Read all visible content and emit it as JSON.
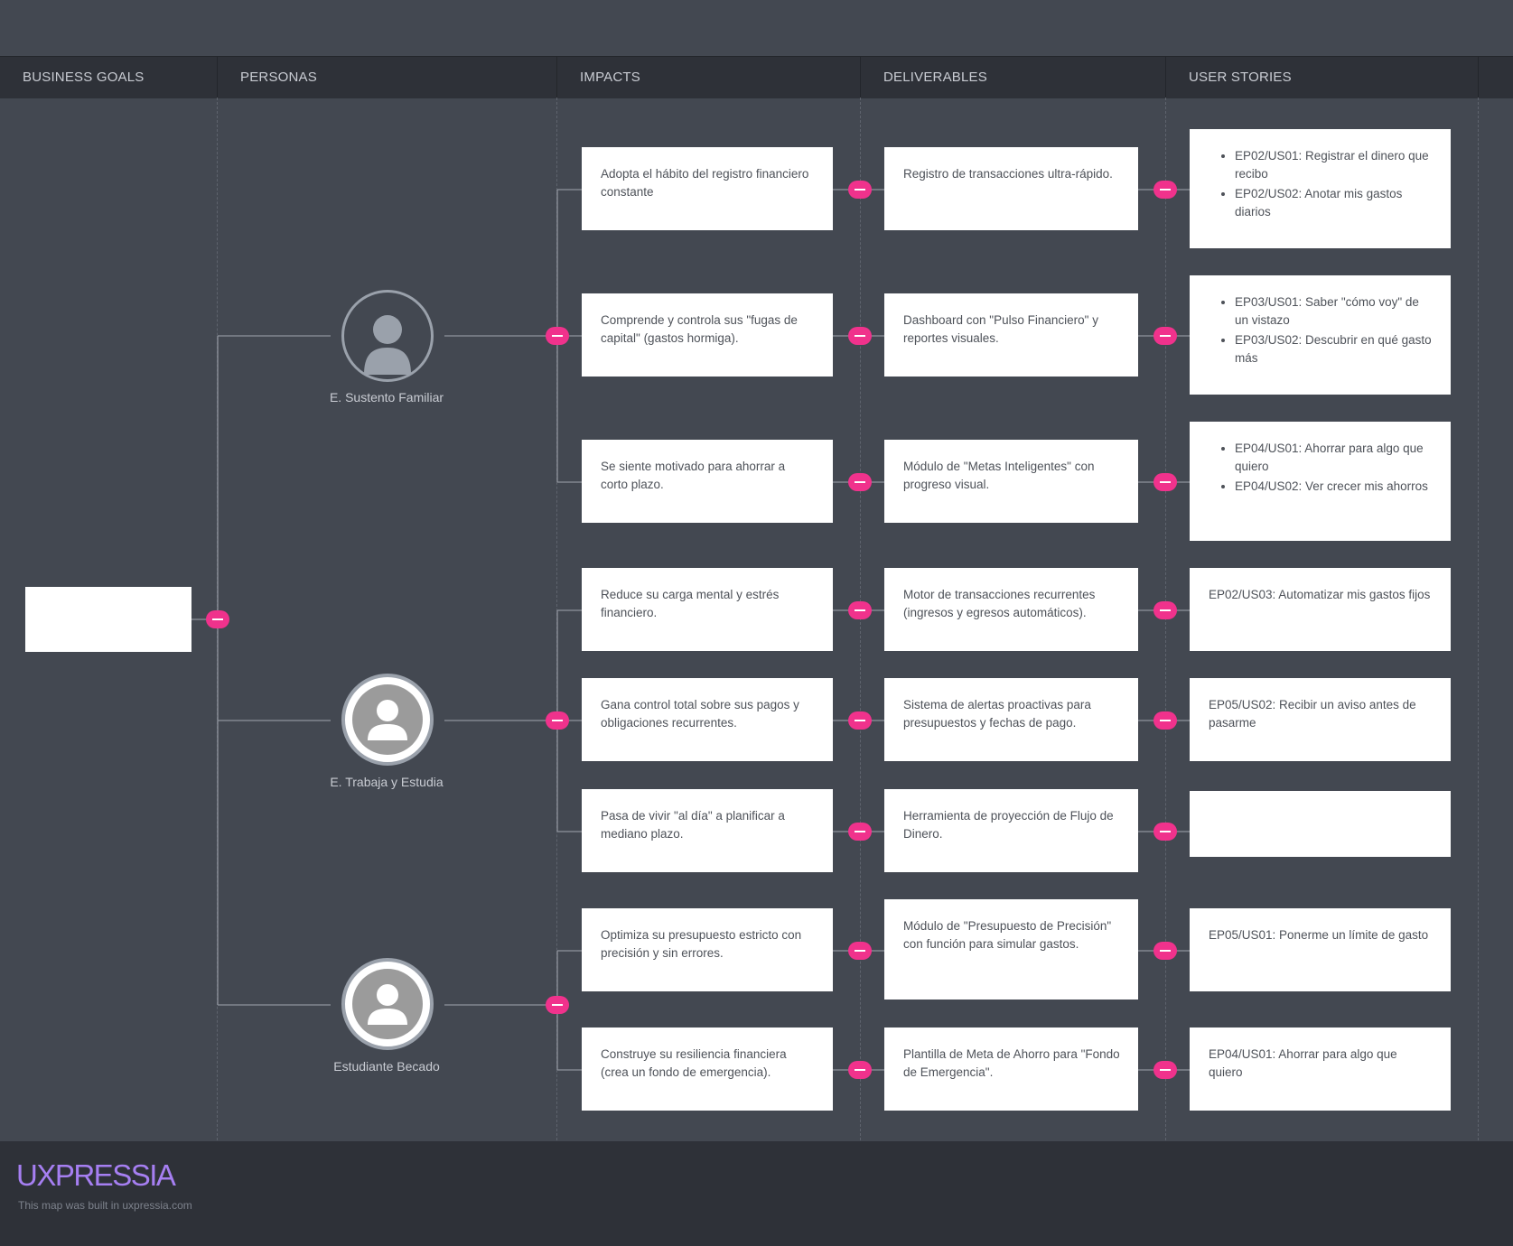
{
  "columns": {
    "business_goals": "BUSINESS GOALS",
    "personas": "PERSONAS",
    "impacts": "IMPACTS",
    "deliverables": "DELIVERABLES",
    "user_stories": "USER STORIES"
  },
  "personas": [
    {
      "name": "E. Sustento Familiar"
    },
    {
      "name": "E. Trabaja y Estudia"
    },
    {
      "name": "Estudiante Becado"
    }
  ],
  "impacts": [
    "Adopta el hábito del registro financiero constante",
    "Comprende y controla sus \"fugas de capital\" (gastos hormiga).",
    "Se siente motivado para ahorrar a corto plazo.",
    "Reduce su carga mental y estrés financiero.",
    "Gana control total sobre sus pagos y obligaciones recurrentes.",
    "Pasa de vivir \"al día\" a planificar a mediano plazo.",
    "Optimiza su presupuesto estricto con precisión y sin errores.",
    "Construye su resiliencia financiera (crea un fondo de emergencia)."
  ],
  "deliverables": [
    "Registro de transacciones ultra-rápido.",
    "Dashboard con \"Pulso Financiero\" y reportes visuales.",
    "Módulo de \"Metas Inteligentes\" con progreso visual.",
    "Motor de transacciones recurrentes (ingresos y egresos automáticos).",
    "Sistema de alertas proactivas para presupuestos y fechas de pago.",
    "Herramienta de proyección de Flujo de Dinero.",
    "Módulo de \"Presupuesto de Precisión\" con función para simular gastos.",
    "Plantilla de Meta de Ahorro para \"Fondo de Emergencia\"."
  ],
  "user_stories": [
    {
      "bullets": [
        "EP02/US01: Registrar el dinero que recibo",
        "EP02/US02: Anotar mis gastos diarios"
      ]
    },
    {
      "bullets": [
        "EP03/US01: Saber \"cómo voy\" de un vistazo",
        "EP03/US02: Descubrir en qué gasto más"
      ]
    },
    {
      "bullets": [
        "EP04/US01: Ahorrar para algo que quiero",
        "EP04/US02: Ver crecer mis ahorros"
      ]
    },
    {
      "text": "EP02/US03: Automatizar mis gastos fijos"
    },
    {
      "text": "EP05/US02: Recibir un aviso antes de pasarme"
    },
    {
      "text": ""
    },
    {
      "text": "EP05/US01: Ponerme un límite de gasto"
    },
    {
      "text": "EP04/US01: Ahorrar para algo que quiero"
    }
  ],
  "footer": {
    "logo": "UXPRESSIA",
    "note": "This map was built in uxpressia.com"
  },
  "colors": {
    "background": "#434851",
    "header": "#2e3138",
    "toggle": "#f0328c",
    "logo": "#a67ff2"
  }
}
